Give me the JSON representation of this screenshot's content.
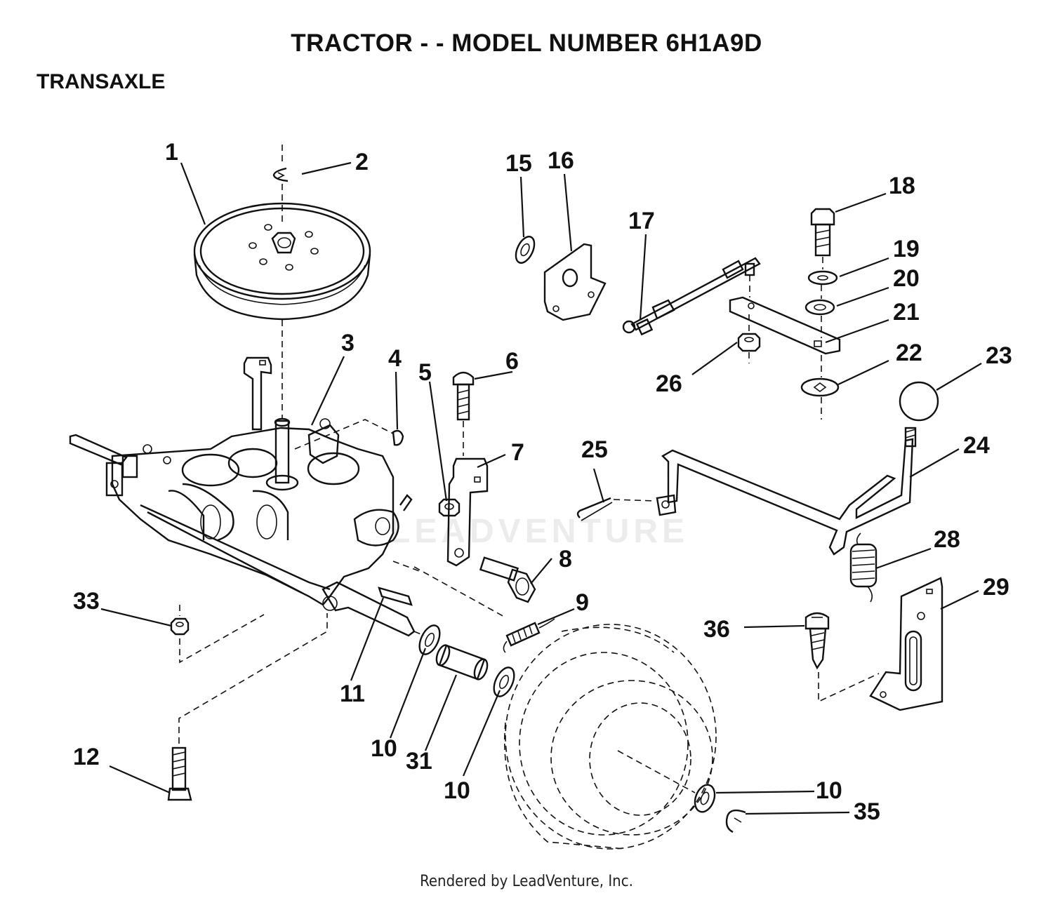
{
  "header": {
    "title": "TRACTOR - - MODEL NUMBER 6H1A9D",
    "section": "TRANSAXLE"
  },
  "watermark": "LEADVENTURE",
  "footer": "Rendered by LeadVenture, Inc.",
  "callouts": {
    "c1": "1",
    "c2": "2",
    "c3": "3",
    "c4": "4",
    "c5": "5",
    "c6": "6",
    "c7": "7",
    "c8": "8",
    "c9": "9",
    "c10a": "10",
    "c10b": "10",
    "c10c": "10",
    "c11": "11",
    "c12": "12",
    "c15": "15",
    "c16": "16",
    "c17": "17",
    "c18": "18",
    "c19": "19",
    "c20": "20",
    "c21": "21",
    "c22": "22",
    "c23": "23",
    "c24": "24",
    "c25": "25",
    "c26": "26",
    "c28": "28",
    "c29": "29",
    "c31": "31",
    "c33": "33",
    "c35": "35",
    "c36": "36"
  }
}
